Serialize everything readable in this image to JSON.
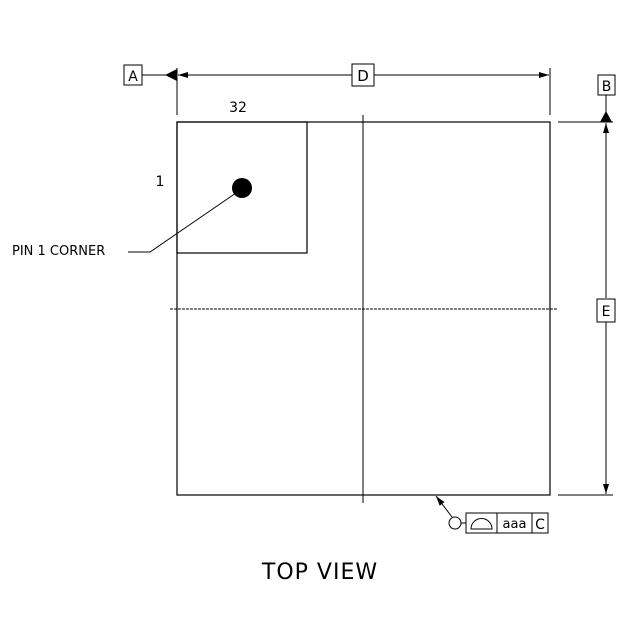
{
  "datums": {
    "a": "A",
    "b": "B",
    "c": "C"
  },
  "dimensions": {
    "d": "D",
    "e": "E"
  },
  "pin1": {
    "corner_label": "PIN 1 CORNER",
    "row_label": "1",
    "column_label": "32"
  },
  "feature_control_frame": {
    "symbol": "profile-of-surface-icon",
    "tolerance": "aaa",
    "datum": "C"
  },
  "view_title": "TOP VIEW"
}
